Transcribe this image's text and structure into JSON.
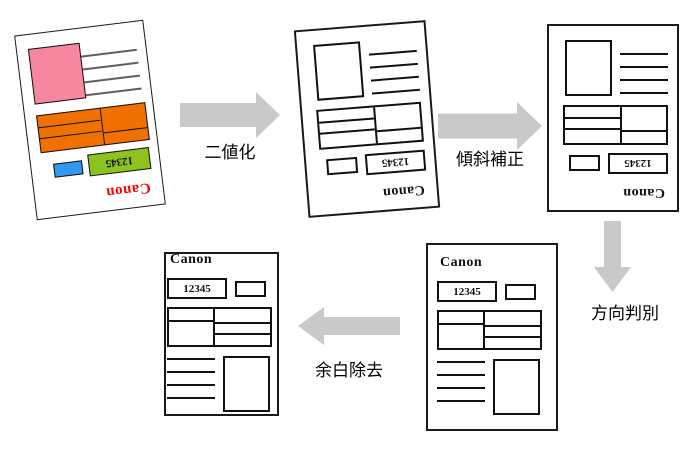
{
  "document": {
    "logo_text": "Canon",
    "field_value": "12345"
  },
  "steps": [
    {
      "id": "binarization",
      "label": "二値化",
      "arrow": "right"
    },
    {
      "id": "deskew",
      "label": "傾斜補正",
      "arrow": "right"
    },
    {
      "id": "orientation",
      "label": "方向判別",
      "arrow": "down"
    },
    {
      "id": "margin_removal",
      "label": "余白除去",
      "arrow": "left"
    }
  ],
  "colors": {
    "arrow_gray": "#c9c9c9",
    "photo_pink": "#f7879f",
    "table_orange": "#f07000",
    "field_green": "#8dc31f",
    "small_box_blue": "#3399f0",
    "logo_red": "#ff0000"
  }
}
